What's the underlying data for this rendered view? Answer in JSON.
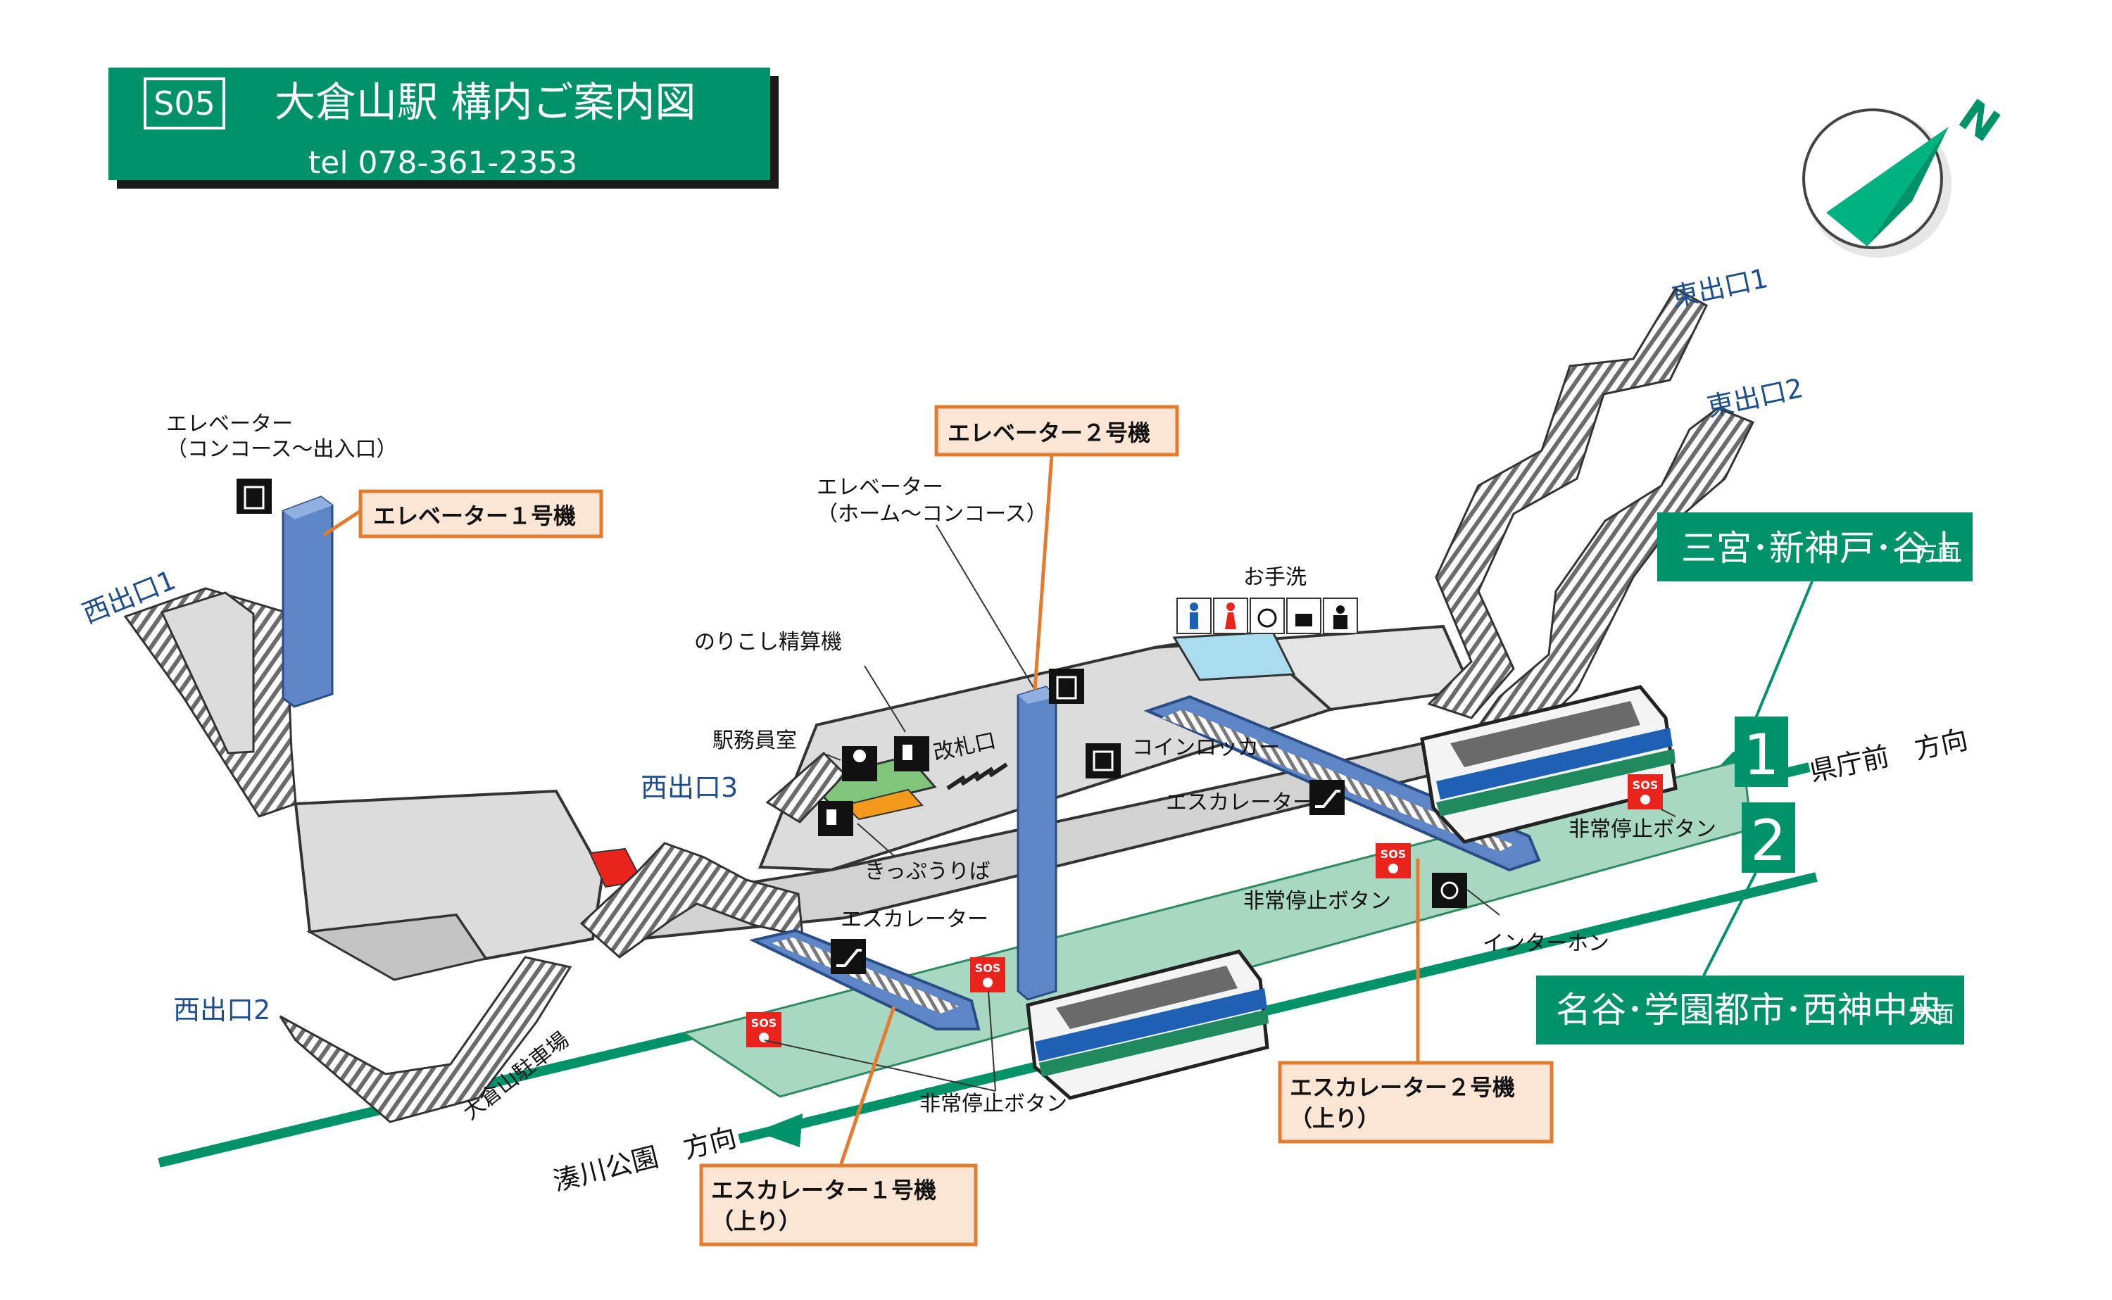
{
  "header": {
    "station_code": "S05",
    "title": "大倉山駅  構内ご案内図",
    "tel": "tel 078-361-2353"
  },
  "compass": {
    "letter": "N"
  },
  "exits": {
    "east1": "東出口1",
    "east2": "東出口2",
    "west1": "西出口1",
    "west2": "西出口2",
    "west3": "西出口3"
  },
  "labels": {
    "elevator_concourse_line1": "エレベーター",
    "elevator_concourse_line2": "（コンコース～出入口）",
    "elevator_home_line1": "エレベーター",
    "elevator_home_line2": "（ホーム～コンコース）",
    "fare_adjust": "のりこし精算機",
    "station_office": "駅務員室",
    "ticket_gate": "改札口",
    "coin_locker": "コインロッカー",
    "toilet": "お手洗",
    "escalator_upper": "エスカレーター",
    "escalator_lower": "エスカレーター",
    "ticket_machine": "きっぷうりば",
    "emergency_right": "非常停止ボタン",
    "emergency_middle": "非常停止ボタン",
    "emergency_lower": "非常停止ボタン",
    "intercom": "インターホン",
    "parking": "大倉山駐車場",
    "dir_kencho": "県庁前　方向",
    "dir_minatogawa": "湊川公園　方向",
    "sos": "SOS"
  },
  "callouts": {
    "elevator1": "エレベーター１号機",
    "elevator2": "エレベーター２号機",
    "escalator1_line1": "エスカレーター１号機",
    "escalator1_line2": "（上り）",
    "escalator2_line1": "エスカレーター２号機",
    "escalator2_line2": "（上り）"
  },
  "platforms": {
    "track1": "1",
    "track2": "2",
    "dest1_main": "三宮･新神戸･谷上",
    "dest1_suffix": "方面",
    "dest2_main": "名谷･学園都市･西神中央",
    "dest2_suffix": "方面"
  },
  "colors": {
    "brand_green": "#00936a",
    "platform_green": "#a8d8c2",
    "callout_orange": "#e47c2f",
    "callout_fill": "#fbe6d6",
    "elevator_blue": "#5e86c6",
    "exit_text": "#1f4e8c",
    "sos_red": "#e8241c"
  }
}
